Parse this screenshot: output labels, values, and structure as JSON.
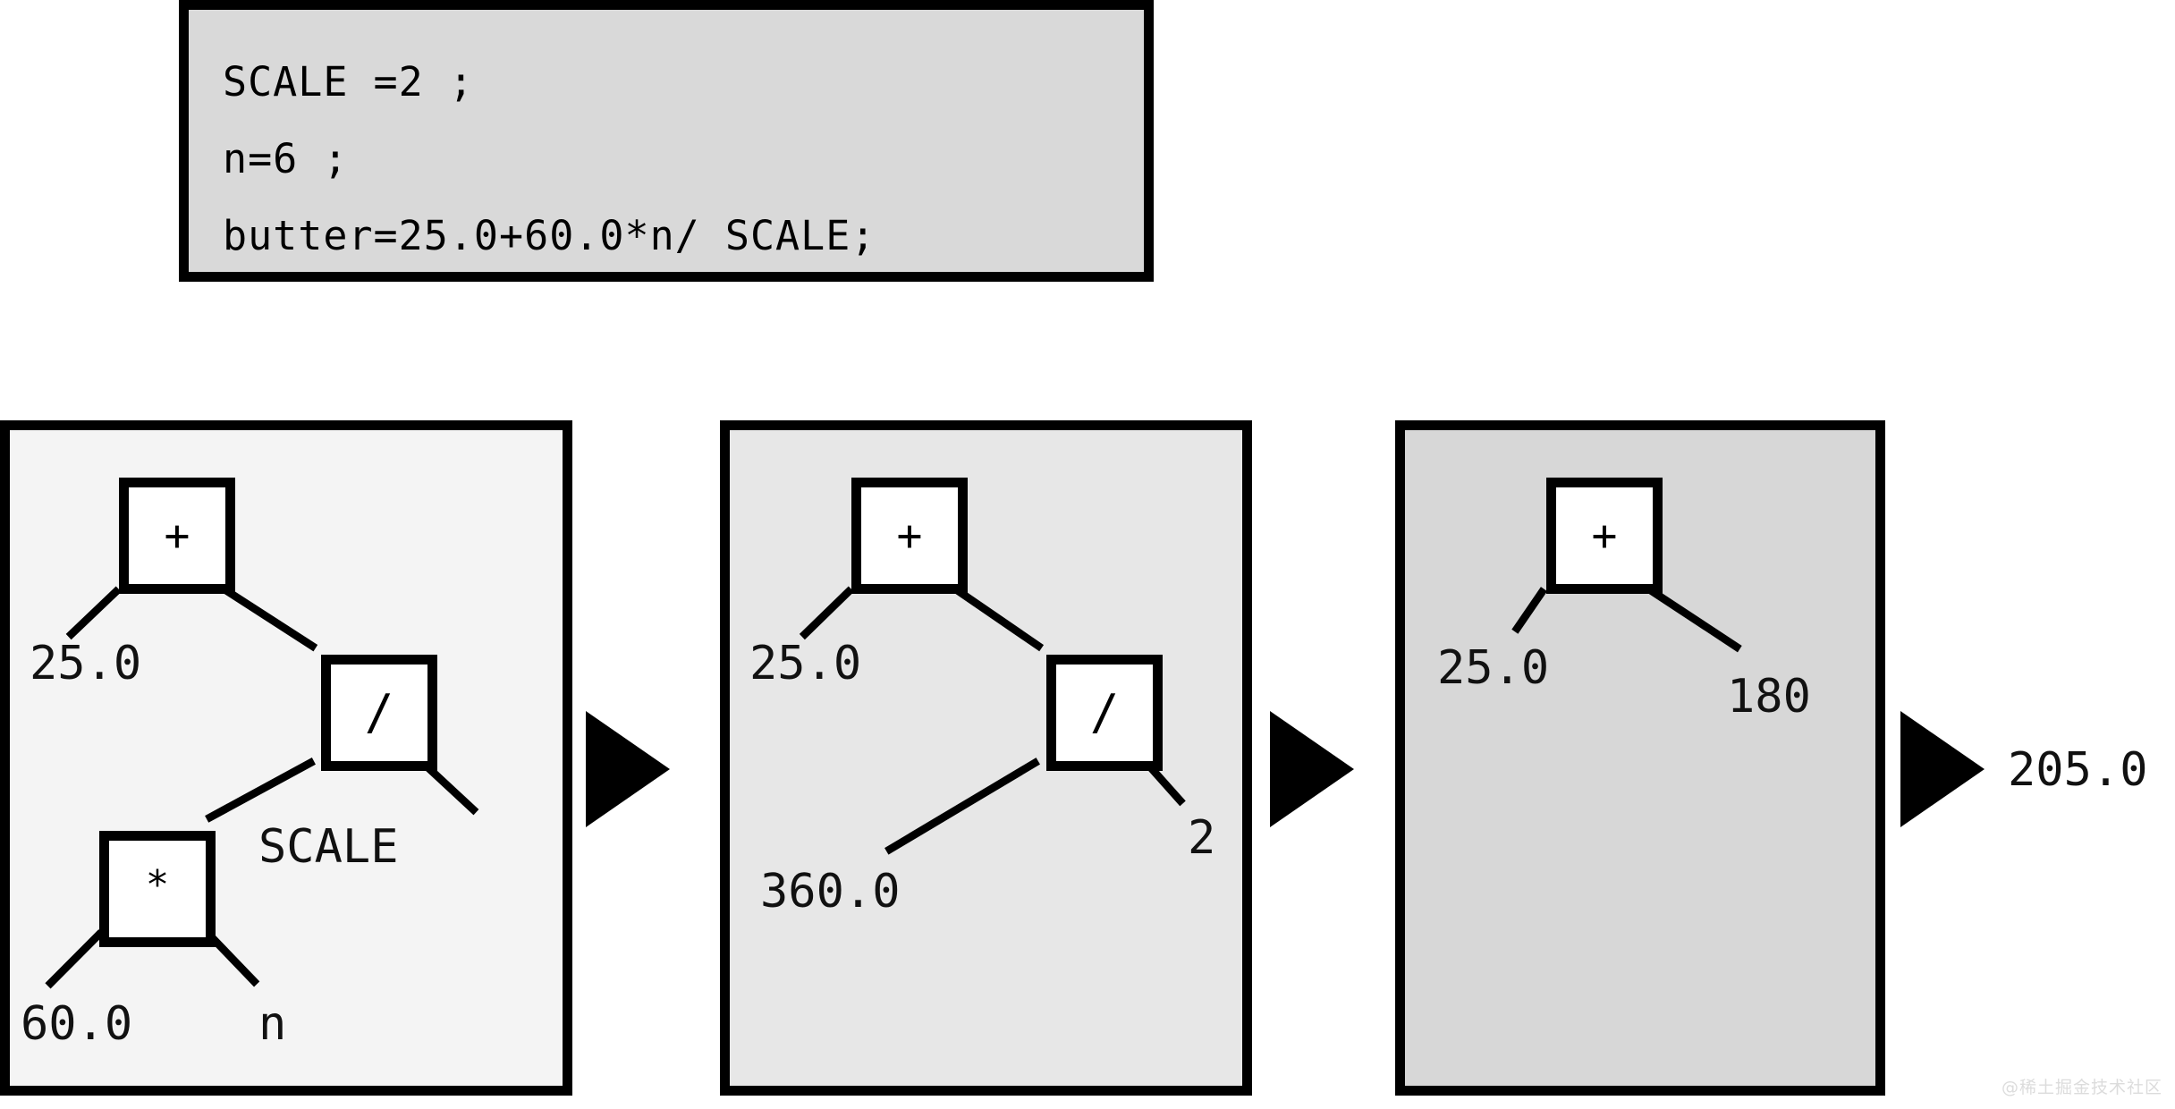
{
  "code_box": {
    "lines": [
      "SCALE =2 ;",
      "n=6 ;",
      "butter=25.0+60.0*n/ SCALE;"
    ],
    "background_color": "#d9d9d9",
    "border_color": "#000000"
  },
  "panels": [
    {
      "id": "panel-1",
      "background_color": "#f4f4f4",
      "nodes": [
        {
          "name": "plus-node",
          "label": "+"
        },
        {
          "name": "slash-node",
          "label": "/"
        },
        {
          "name": "star-node",
          "label": "*"
        }
      ],
      "leaves": [
        {
          "name": "leaf-25",
          "label": "25.0"
        },
        {
          "name": "leaf-scale",
          "label": "SCALE"
        },
        {
          "name": "leaf-60",
          "label": "60.0"
        },
        {
          "name": "leaf-n",
          "label": "n"
        }
      ]
    },
    {
      "id": "panel-2",
      "background_color": "#e7e7e7",
      "nodes": [
        {
          "name": "plus-node",
          "label": "+"
        },
        {
          "name": "slash-node",
          "label": "/"
        }
      ],
      "leaves": [
        {
          "name": "leaf-25",
          "label": "25.0"
        },
        {
          "name": "leaf-360",
          "label": "360.0"
        },
        {
          "name": "leaf-2",
          "label": "2"
        }
      ]
    },
    {
      "id": "panel-3",
      "background_color": "#d7d7d7",
      "nodes": [
        {
          "name": "plus-node",
          "label": "+"
        }
      ],
      "leaves": [
        {
          "name": "leaf-25",
          "label": "25.0"
        },
        {
          "name": "leaf-180",
          "label": "180"
        }
      ]
    }
  ],
  "arrows": {
    "icon": "right-triangle-arrow-icon",
    "color": "#000000",
    "count": 3
  },
  "final_result": {
    "label": "205.0"
  },
  "watermark": {
    "text": "@稀土掘金技术社区"
  }
}
